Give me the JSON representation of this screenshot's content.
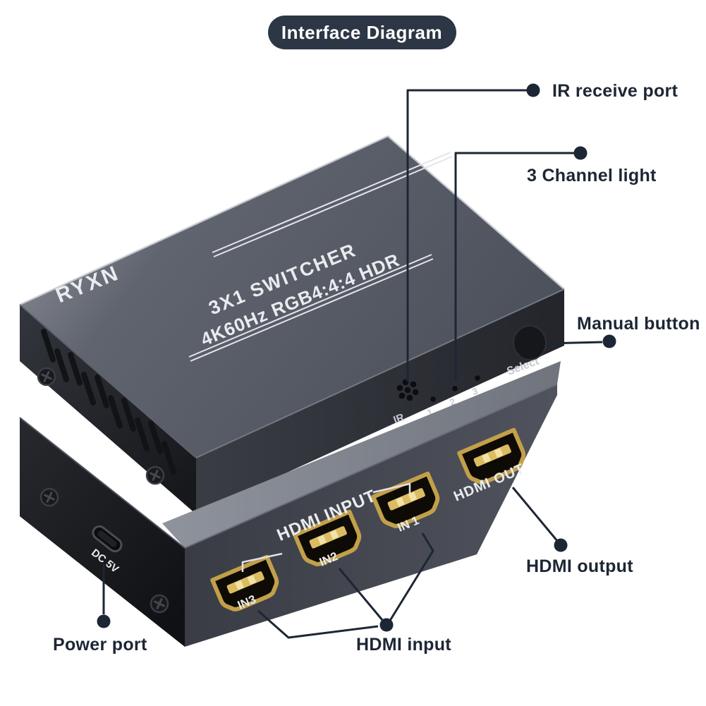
{
  "title": "Interface Diagram",
  "callouts": {
    "ir_receive_port": "IR receive port",
    "channel_light": "3 Channel light",
    "manual_button": "Manual button",
    "hdmi_output": "HDMI output",
    "hdmi_input": "HDMI input",
    "power_port": "Power port"
  },
  "device": {
    "brand": "RYXN",
    "model_line1": "3X1 SWITCHER",
    "model_line2": "4K60Hz RGB4:4:4 HDR",
    "front_panel": {
      "ir_label": "IR",
      "led_labels": [
        "1",
        "2",
        "3"
      ],
      "select_label": "Select"
    },
    "rear_panel": {
      "input_group_label": "HDMI INPUT",
      "in1_label": "IN 1",
      "in2_label": "IN2",
      "in3_label": "IN3",
      "out_label": "HDMI OUT"
    },
    "side_panel": {
      "power_label": "DC 5V"
    }
  },
  "colors": {
    "background": "#ffffff",
    "accent_navy": "#1d2634",
    "pill_bg": "#2c3645",
    "pill_text": "#ffffff",
    "port_gold": "#c2a04a",
    "print_white": "#eceef2"
  }
}
